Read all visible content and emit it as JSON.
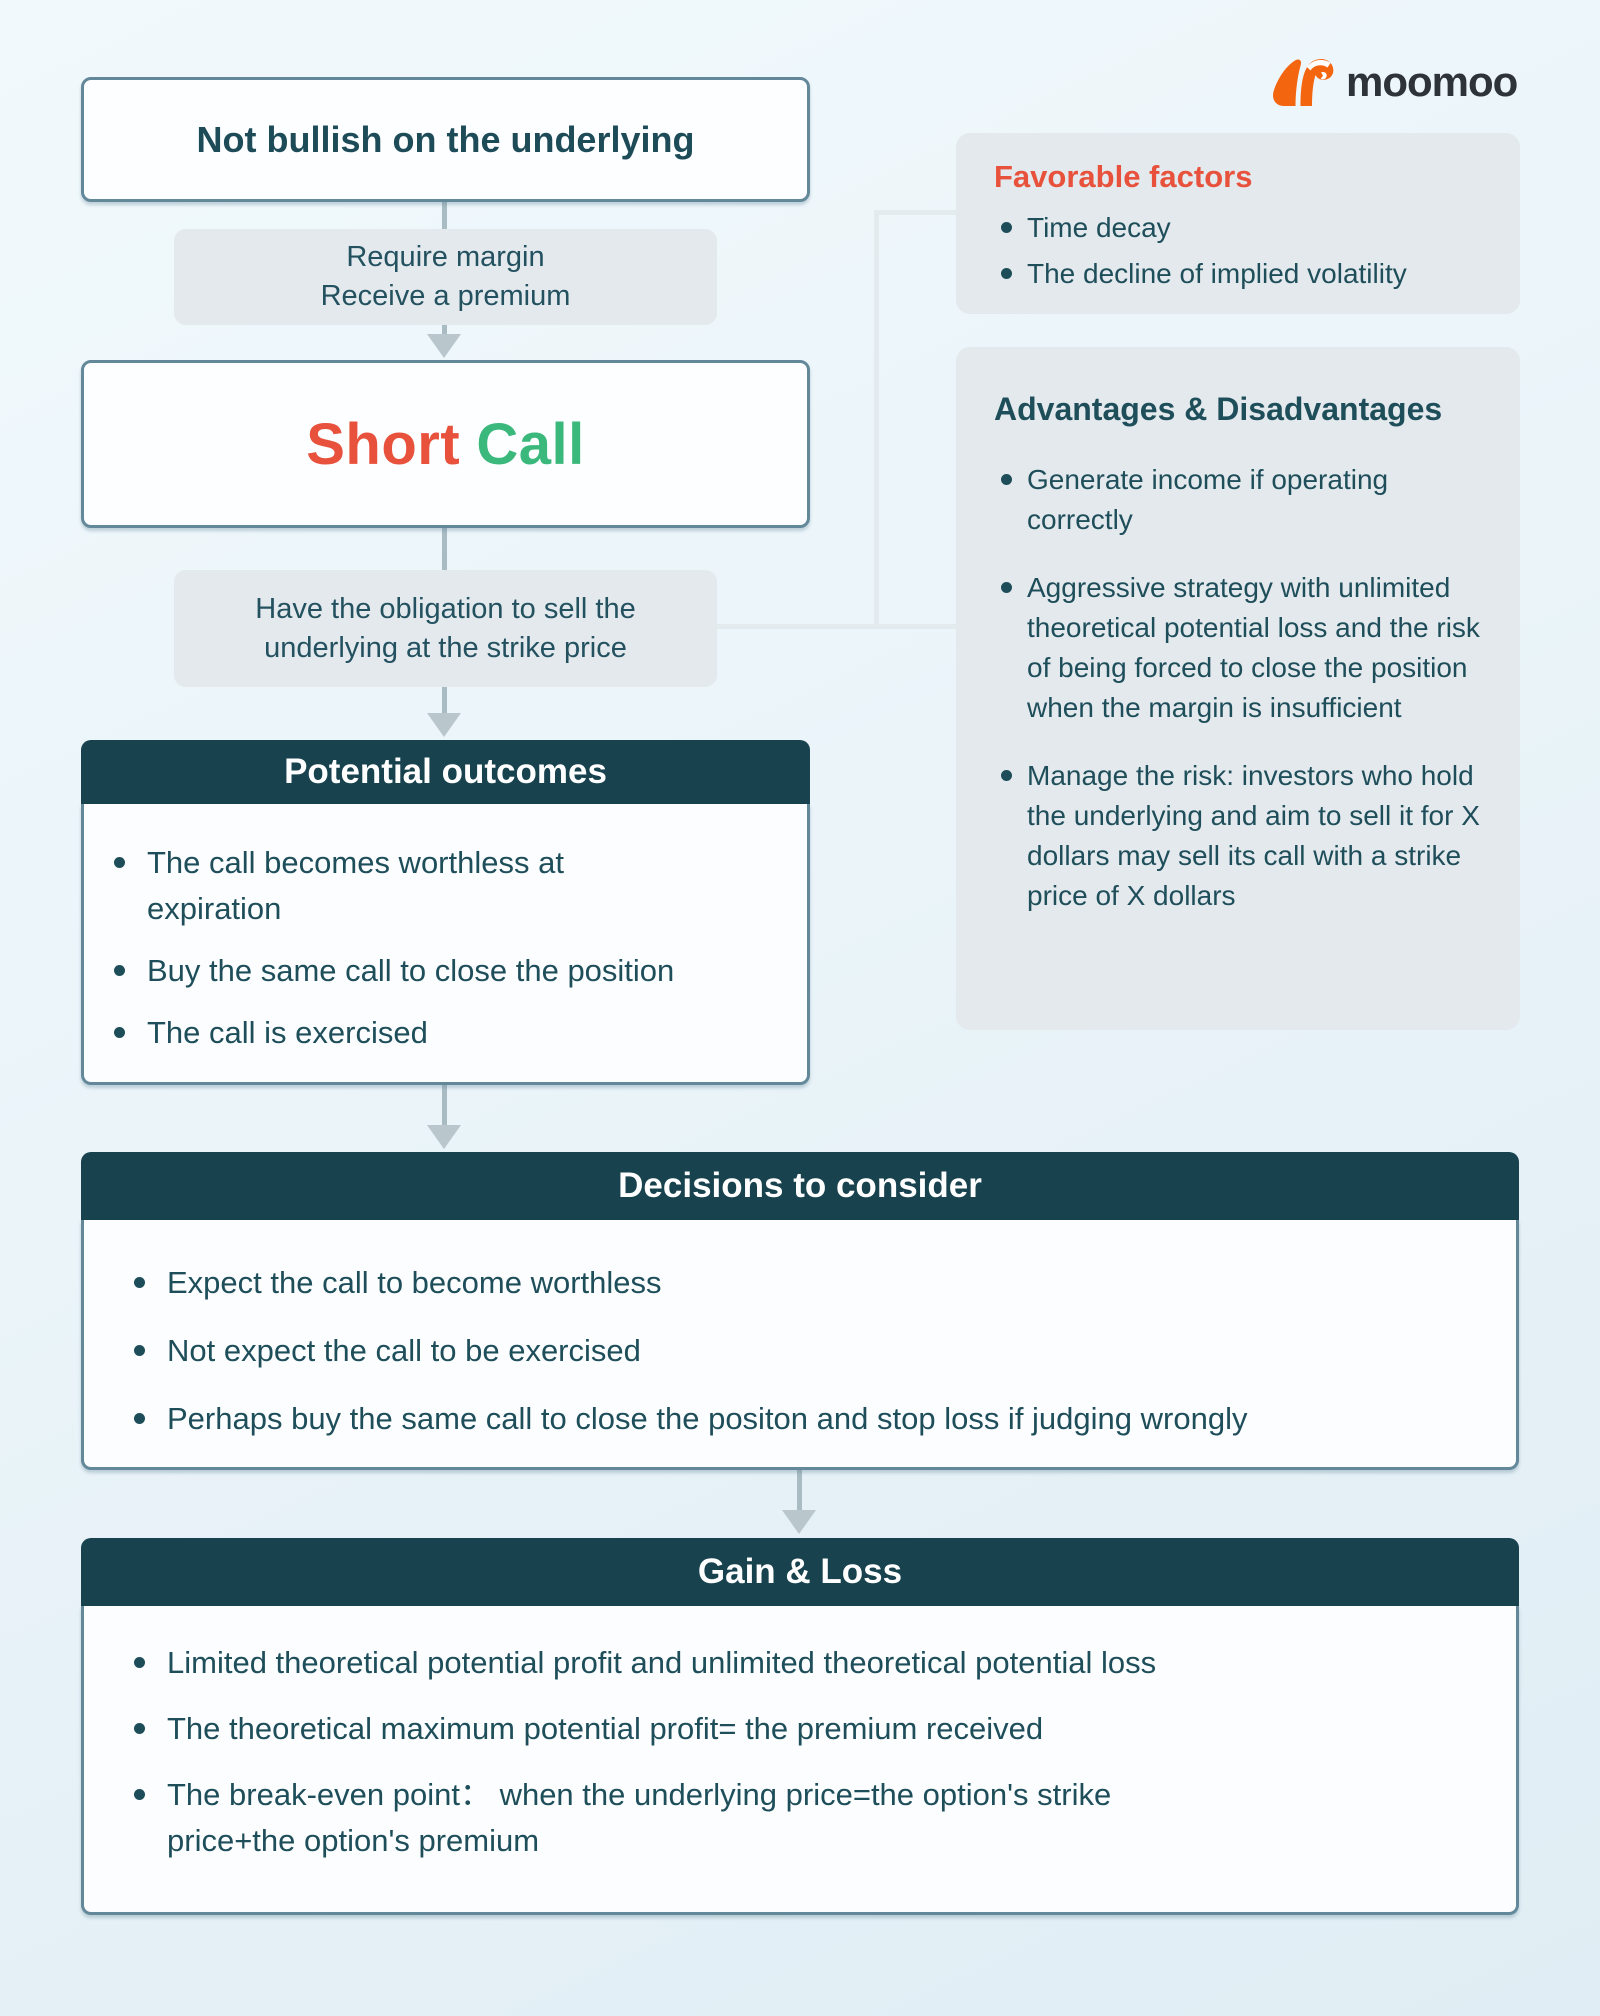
{
  "brand": {
    "name": "moomoo"
  },
  "colors": {
    "accent_red": "#e8513b",
    "accent_green": "#3bb87c",
    "header_teal": "#17424e",
    "text_teal": "#1f4e5b",
    "logo_orange": "#f4650f",
    "panel_grey": "#e3e9ec"
  },
  "flow": {
    "not_bullish": "Not bullish on the underlying",
    "premium_note": [
      "Require margin",
      "Receive a premium"
    ],
    "short_call": {
      "short": "Short",
      "call": "Call"
    },
    "obligation": [
      "Have the obligation to sell the",
      "underlying at the strike price"
    ]
  },
  "potential_outcomes": {
    "title": "Potential outcomes",
    "bullets": [
      [
        "The call becomes worthless at",
        "expiration"
      ],
      [
        "Buy the same call to close the position"
      ],
      [
        "The call is exercised"
      ]
    ]
  },
  "decisions": {
    "title": "Decisions to consider",
    "bullets": [
      [
        "Expect the call to become worthless"
      ],
      [
        "Not expect the call to be exercised"
      ],
      [
        "Perhaps buy the same call to close the positon and stop loss if judging wrongly"
      ]
    ]
  },
  "gain_loss": {
    "title": "Gain & Loss",
    "bullets": [
      [
        "Limited theoretical potential profit and unlimited theoretical potential loss"
      ],
      [
        "The theoretical maximum potential profit= the premium received"
      ],
      [
        "The break-even point： when the underlying price=the option's strike",
        "price+the option's premium"
      ]
    ]
  },
  "favorable_factors": {
    "title": "Favorable factors",
    "bullets": [
      [
        "Time decay"
      ],
      [
        "The decline of implied volatility"
      ]
    ]
  },
  "advantages": {
    "title": "Advantages & Disadvantages",
    "bullets": [
      [
        "Generate income if operating correctly"
      ],
      [
        "Aggressive strategy with unlimited theoretical potential loss and the risk of being forced to close the position when the margin is insufficient"
      ],
      [
        "Manage the risk: investors who hold the underlying and aim to sell it for X dollars may sell its call with a strike price of X dollars"
      ]
    ]
  }
}
